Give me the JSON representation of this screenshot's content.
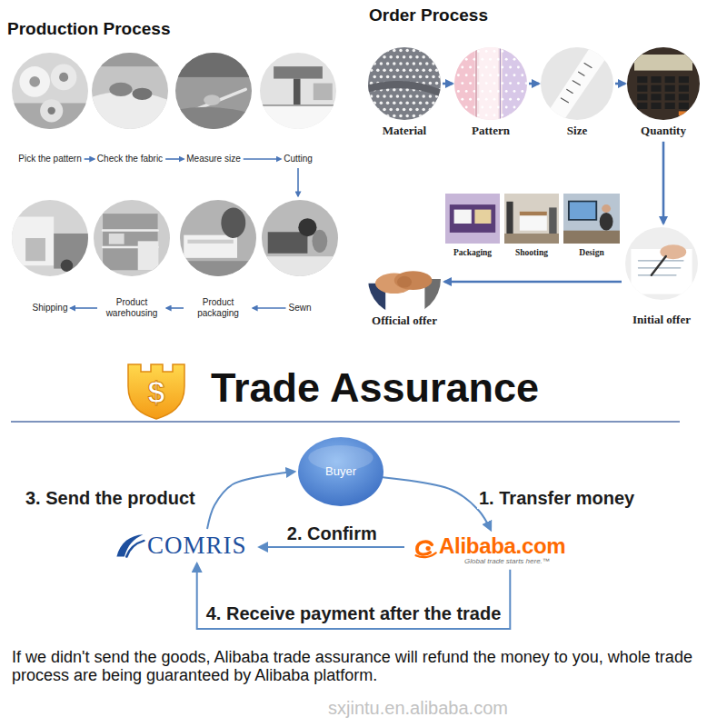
{
  "diagram": {
    "title": "Trade Assurance",
    "caption": "If we didn't send the goods, Alibaba trade assurance will refund the money to you, whole trade process are being guaranteed by Alibaba platform.",
    "nodes": [
      {
        "text": [
          "Pick the pattern"
        ]
      },
      {
        "text": [
          "Check the fabric"
        ]
      },
      {
        "text": [
          "Measure size"
        ]
      },
      {
        "text": [
          "Cutting"
        ]
      },
      {
        "text": [
          "Sewn"
        ]
      },
      {
        "text": [
          "Product packaging"
        ]
      },
      {
        "text": [
          "Product warehousing"
        ]
      },
      {
        "text": [
          "Shipping"
        ]
      },
      {
        "text": [
          "Material"
        ]
      },
      {
        "text": [
          "Pattern"
        ]
      },
      {
        "text": [
          "Size"
        ]
      },
      {
        "text": [
          "Quantity"
        ]
      },
      {
        "text": [
          "Initial offer"
        ]
      },
      {
        "text": [
          "Packaging"
        ]
      },
      {
        "text": [
          "Shooting"
        ]
      },
      {
        "text": [
          "Design"
        ]
      },
      {
        "text": [
          "Official offer"
        ]
      },
      {
        "text": [
          "Buyer"
        ]
      },
      {
        "text": [
          "Alibaba.com",
          "Global trade starts here.™"
        ]
      },
      {
        "text": [
          "COMRIS"
        ]
      }
    ],
    "edges": [
      {
        "from": 0,
        "to": 1,
        "arrow": "to"
      },
      {
        "from": 1,
        "to": 2,
        "arrow": "to"
      },
      {
        "from": 2,
        "to": 3,
        "arrow": "to"
      },
      {
        "from": 3,
        "to": 4,
        "arrow": "to"
      },
      {
        "from": 4,
        "to": 5,
        "arrow": "to"
      },
      {
        "from": 5,
        "to": 6,
        "arrow": "to"
      },
      {
        "from": 6,
        "to": 7,
        "arrow": "to"
      },
      {
        "from": 8,
        "to": 9,
        "arrow": "to"
      },
      {
        "from": 9,
        "to": 10,
        "arrow": "to"
      },
      {
        "from": 10,
        "to": 11,
        "arrow": "to"
      },
      {
        "from": 11,
        "to": 12,
        "arrow": "to"
      },
      {
        "from": 12,
        "to": 16,
        "arrow": "to"
      },
      {
        "from": 17,
        "to": 18,
        "label": "1. Transfer money",
        "arrow": "to"
      },
      {
        "from": 18,
        "to": 19,
        "label": "2. Confirm",
        "arrow": "to"
      },
      {
        "from": 19,
        "to": 17,
        "label": "3. Send the product",
        "arrow": "to"
      },
      {
        "from": 18,
        "to": 19,
        "label": "4. Receive payment after the trade",
        "arrow": "to"
      }
    ],
    "labels": [
      "Production Process",
      "Order Process",
      "$",
      "sxjintu.en.alibaba.com"
    ]
  }
}
